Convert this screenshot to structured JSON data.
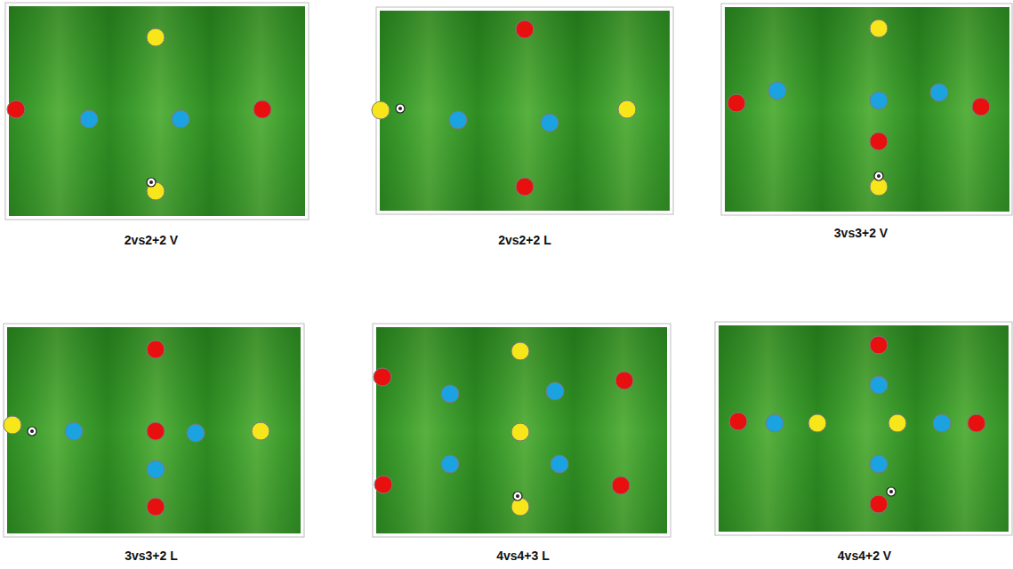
{
  "diagram": {
    "labels": [
      "2vs2+2 V",
      "2vs2+2 L",
      "3vs3+2 V",
      "3vs3+2 L",
      "4vs4+3 L",
      "4vs4+2 V"
    ]
  }
}
